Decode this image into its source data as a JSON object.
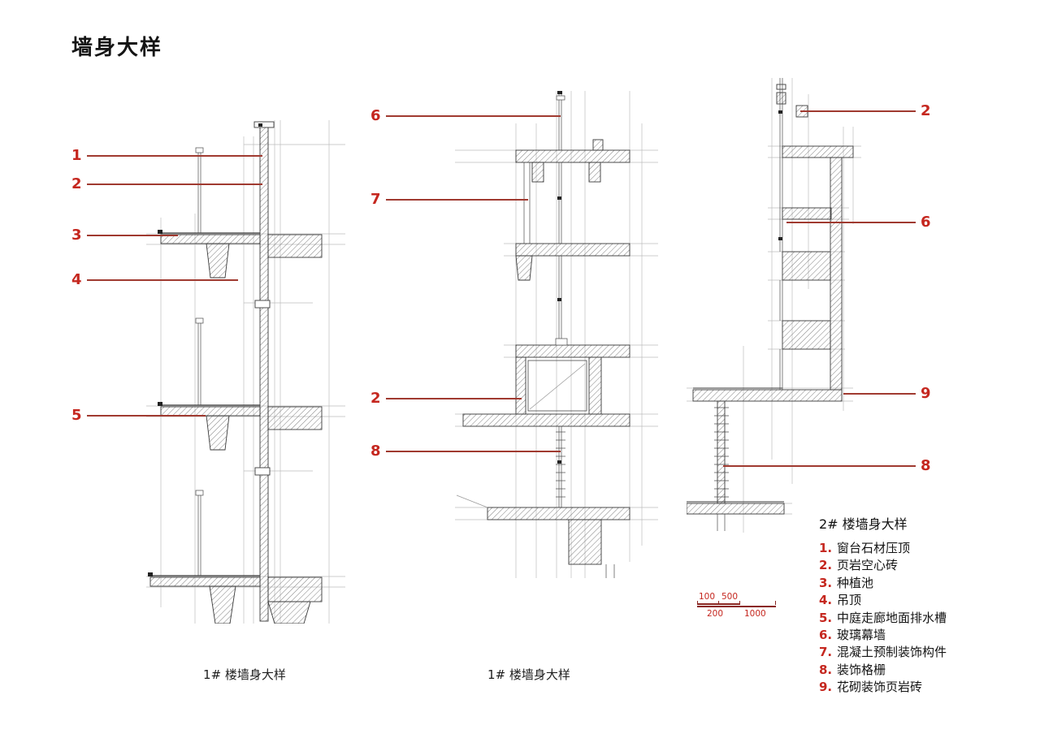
{
  "page": {
    "title": "墙身大样"
  },
  "colors": {
    "red": "#c5271f",
    "leader": "#a03a30",
    "scale-line": "#8a2620"
  },
  "drawings": [
    {
      "name": "left-section",
      "caption": "1# 楼墙身大样",
      "callouts": [
        {
          "num": "1"
        },
        {
          "num": "2"
        },
        {
          "num": "3"
        },
        {
          "num": "4"
        },
        {
          "num": "5"
        }
      ]
    },
    {
      "name": "middle-section",
      "caption": "1# 楼墙身大样",
      "callouts": [
        {
          "num": "6"
        },
        {
          "num": "7"
        },
        {
          "num": "2"
        },
        {
          "num": "8"
        }
      ]
    },
    {
      "name": "right-section",
      "caption": "",
      "callouts": [
        {
          "num": "2"
        },
        {
          "num": "6"
        },
        {
          "num": "9"
        },
        {
          "num": "8"
        }
      ]
    }
  ],
  "legend": {
    "title": "2# 楼墙身大样",
    "items": [
      {
        "num": "1.",
        "label": "窗台石材压顶"
      },
      {
        "num": "2.",
        "label": "页岩空心砖"
      },
      {
        "num": "3.",
        "label": "种植池"
      },
      {
        "num": "4.",
        "label": "吊顶"
      },
      {
        "num": "5.",
        "label": "中庭走廊地面排水槽"
      },
      {
        "num": "6.",
        "label": "玻璃幕墙"
      },
      {
        "num": "7.",
        "label": "混凝土预制装饰构件"
      },
      {
        "num": "8.",
        "label": "装饰格栅"
      },
      {
        "num": "9.",
        "label": "花砌装饰页岩砖"
      }
    ]
  },
  "scale_bar": {
    "top_labels": [
      "100",
      "500"
    ],
    "bottom_labels": [
      "200",
      "1000"
    ]
  }
}
